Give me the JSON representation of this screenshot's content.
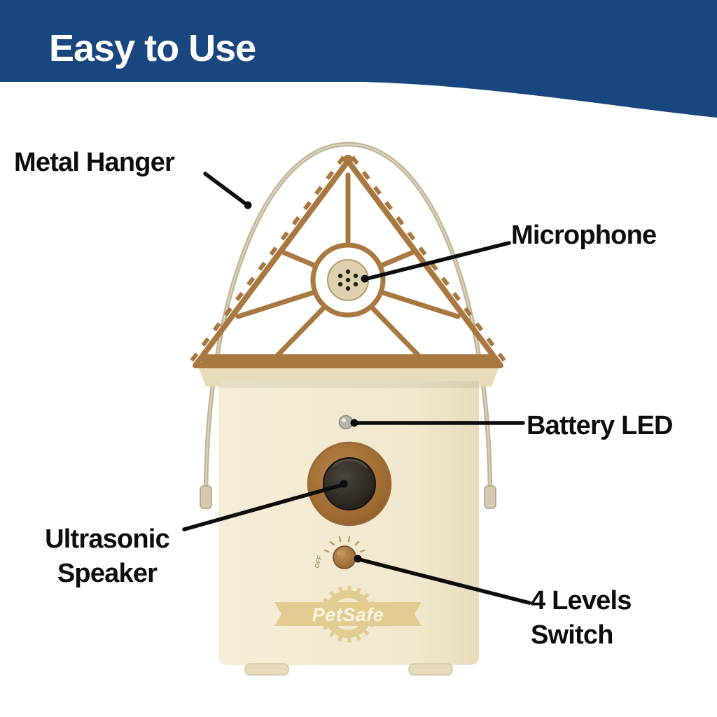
{
  "header": {
    "title": "Easy to Use"
  },
  "labels": {
    "metal_hanger": "Metal Hanger",
    "microphone": "Microphone",
    "battery_led": "Battery LED",
    "ultrasonic_speaker": "Ultrasonic\nSpeaker",
    "levels_switch": "4 Levels\nSwitch"
  },
  "device": {
    "brand": "PetSafe",
    "switch_off_label": "OFF"
  },
  "colors": {
    "header_blue": "#17477E",
    "cream": "#F2E9CF",
    "cream_dark": "#E6DBBA",
    "roof_cream": "#EFE6CA",
    "trim": "#A87840",
    "wire": "#BFB499",
    "logo_tan": "#E2CC92",
    "line": "#0D0D0D"
  }
}
